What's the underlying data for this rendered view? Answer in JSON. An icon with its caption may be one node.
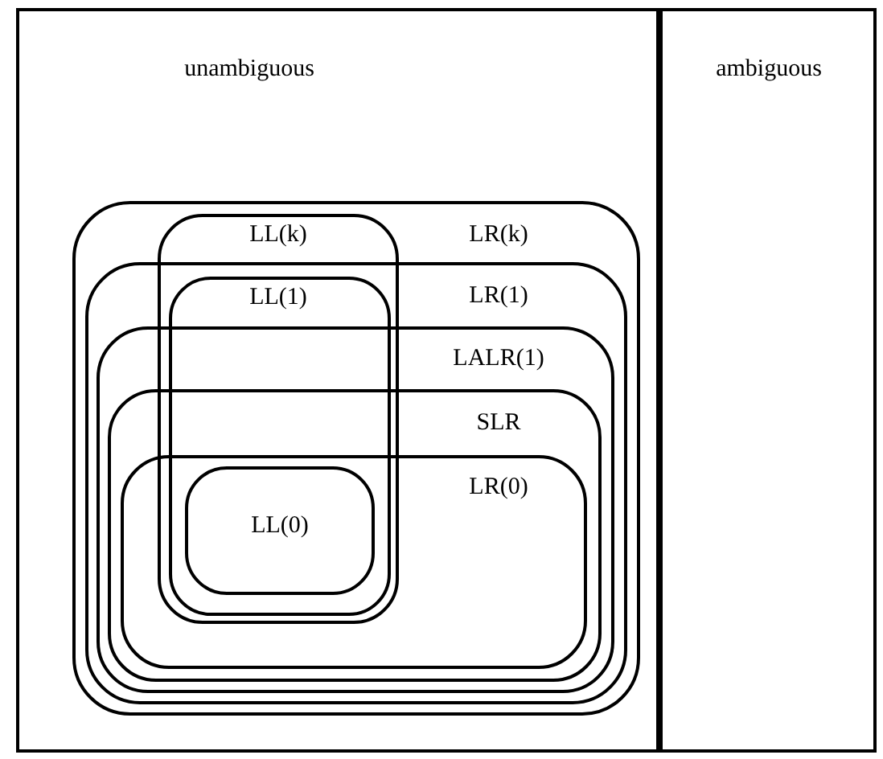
{
  "diagram": {
    "nodes": [
      {
        "text": [
          "unambiguous"
        ]
      },
      {
        "text": [
          "ambiguous"
        ]
      },
      {
        "text": [
          "LR(k)"
        ],
        "in": 0
      },
      {
        "text": [
          "LR(1)"
        ],
        "in": 2
      },
      {
        "text": [
          "LALR(1)"
        ],
        "in": 3
      },
      {
        "text": [
          "SLR"
        ],
        "in": 4
      },
      {
        "text": [
          "LR(0)"
        ],
        "in": 5
      },
      {
        "text": [
          "LL(k)"
        ],
        "in": 2
      },
      {
        "text": [
          "LL(1)"
        ],
        "in": 7
      },
      {
        "text": [
          "LL(0)"
        ]
      }
    ]
  }
}
